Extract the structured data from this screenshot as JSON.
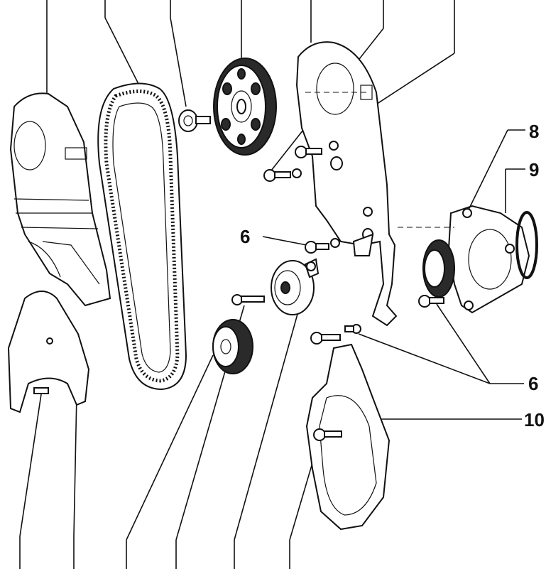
{
  "callouts": {
    "c6a": "6",
    "c6b": "6",
    "c8": "8",
    "c9": "9",
    "c10": "10"
  },
  "colors": {
    "ink": "#111111",
    "paper": "#ffffff"
  }
}
